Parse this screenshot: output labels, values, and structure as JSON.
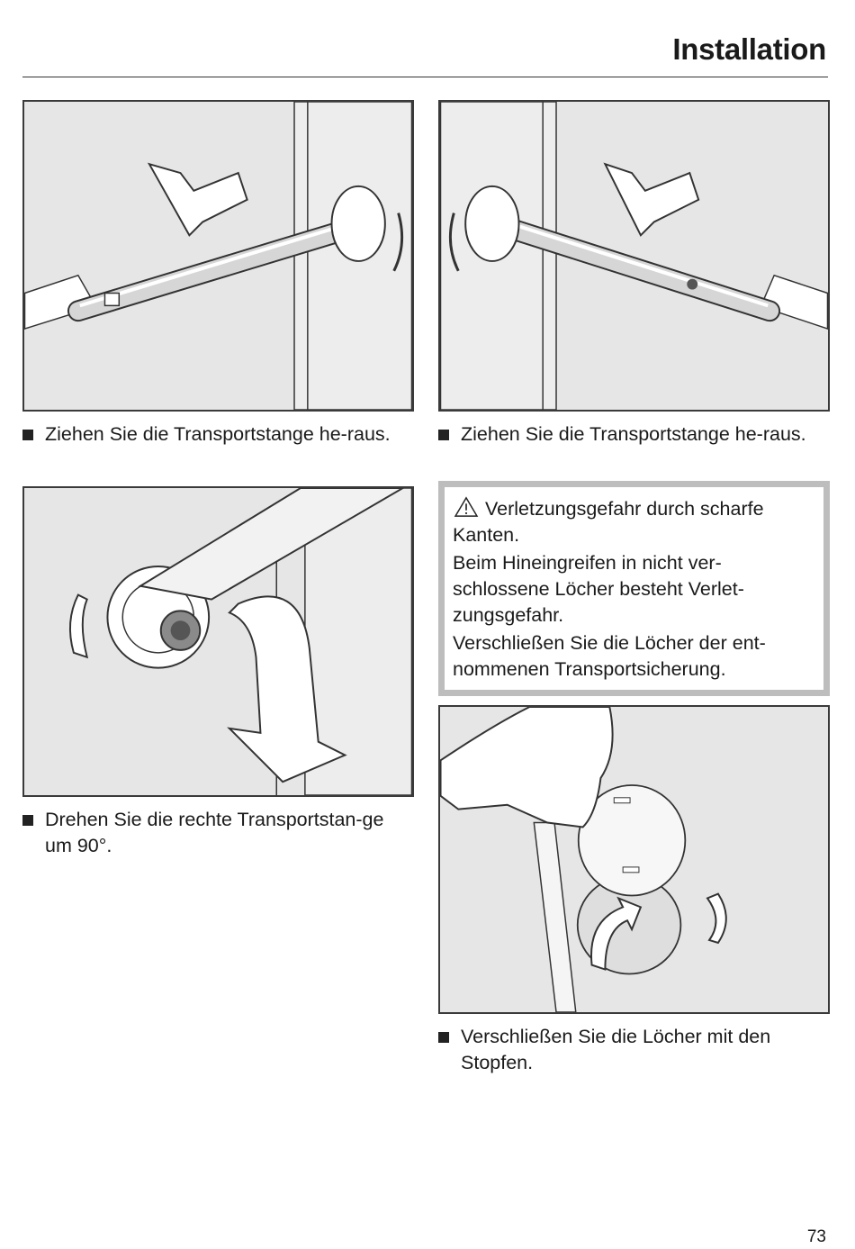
{
  "header": {
    "title": "Installation"
  },
  "steps": [
    {
      "text": "Ziehen Sie die Transportstange he-raus."
    },
    {
      "text": "Ziehen Sie die Transportstange he-raus."
    },
    {
      "text": "Drehen Sie die rechte Transportstan-ge um 90°."
    },
    {
      "text": "Verschließen Sie die Löcher mit den Stopfen."
    }
  ],
  "warning": {
    "title": "Verletzungsgefahr durch scharfe Kanten.",
    "line1": "Beim Hineingreifen in nicht ver-schlossene Löcher besteht Verlet-zungsgefahr.",
    "line2": "Verschließen Sie die Löcher der ent-nommenen Transportsicherung.",
    "icon": "warning-triangle-icon"
  },
  "page_number": "73",
  "colors": {
    "panel": "#e6e6e6",
    "warning_border": "#bdbdbd"
  }
}
